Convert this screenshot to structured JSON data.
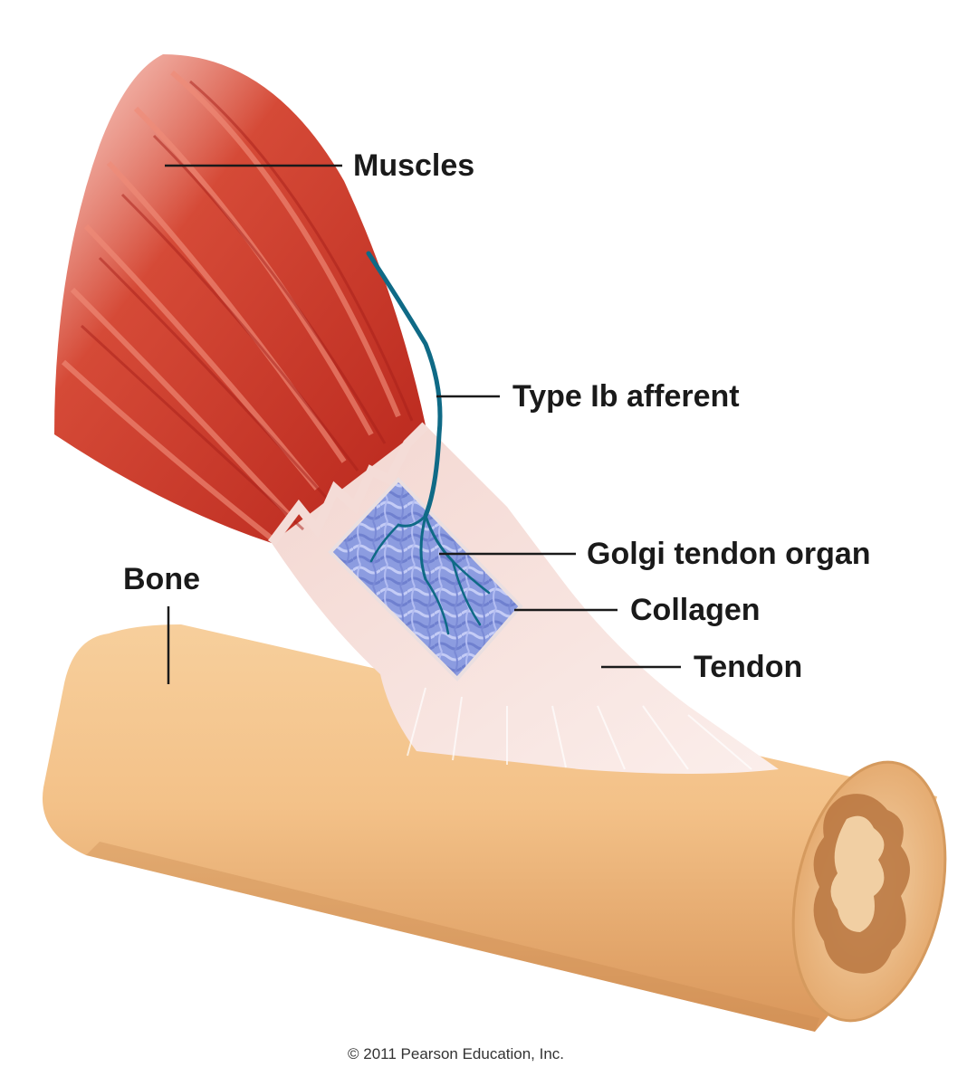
{
  "labels": {
    "muscles": "Muscles",
    "type_ib_afferent": "Type Ib afferent",
    "golgi_tendon_organ": "Golgi tendon organ",
    "collagen": "Collagen",
    "tendon": "Tendon",
    "bone": "Bone"
  },
  "copyright": "© 2011 Pearson Education, Inc.",
  "colors": {
    "muscle": "#c8392b",
    "muscle_light": "#e9826f",
    "tendon": "#f4dcd7",
    "bone": "#f3c188",
    "bone_shadow": "#d89a5e",
    "marrow": "#b97a4a",
    "nerve": "#0f6a86",
    "collagen": "#8e9ee4"
  }
}
